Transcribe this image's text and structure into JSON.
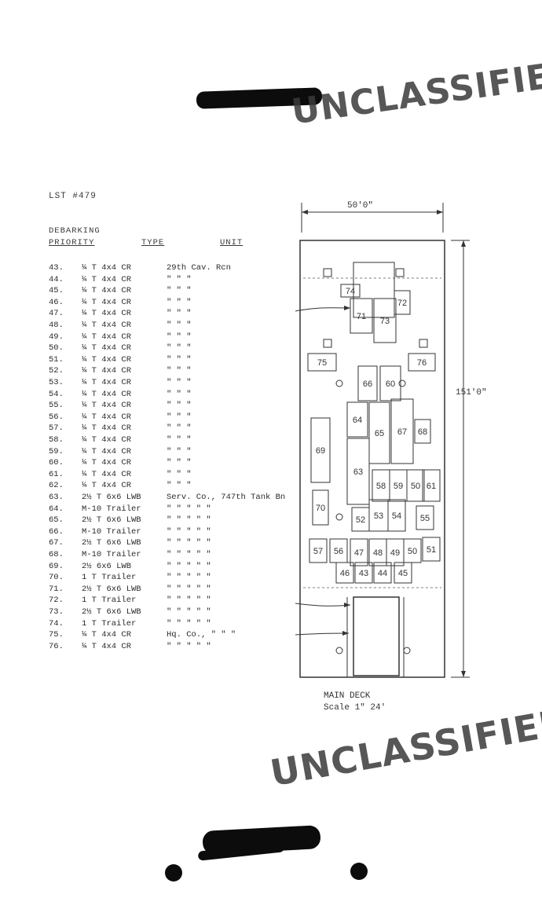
{
  "document": {
    "reference": "LST #479",
    "stamp_top": "UNCLASSIFIED",
    "stamp_bottom": "UNCLASSIFIED",
    "col_priority": "DEBARKING\nPRIORITY",
    "col_priority_line1": "DEBARKING",
    "col_priority_line2": "PRIORITY",
    "col_type": "TYPE",
    "col_unit": "UNIT",
    "rows": [
      {
        "num": "43.",
        "type": "¼ T 4x4 CR",
        "unit": "29th Cav. Rcn"
      },
      {
        "num": "44.",
        "type": "¼ T 4x4 CR",
        "unit": "\"     \"     \""
      },
      {
        "num": "45.",
        "type": "¼ T 4x4 CR",
        "unit": "\"     \"     \""
      },
      {
        "num": "46.",
        "type": "¼ T 4x4 CR",
        "unit": "\"     \"     \""
      },
      {
        "num": "47.",
        "type": "¼ T 4x4 CR",
        "unit": "\"     \"     \""
      },
      {
        "num": "48.",
        "type": "¼ T 4x4 CR",
        "unit": "\"     \"     \""
      },
      {
        "num": "49.",
        "type": "¼ T 4x4 CR",
        "unit": "\"     \"     \""
      },
      {
        "num": "50.",
        "type": "¼ T 4x4 CR",
        "unit": "\"     \"     \""
      },
      {
        "num": "51.",
        "type": "¼ T 4x4 CR",
        "unit": "\"     \"     \""
      },
      {
        "num": "52.",
        "type": "¼ T 4x4 CR",
        "unit": "\"     \"     \""
      },
      {
        "num": "53.",
        "type": "¼ T 4x4 CR",
        "unit": "\"     \"     \""
      },
      {
        "num": "54.",
        "type": "¼ T 4x4 CR",
        "unit": "\"     \"     \""
      },
      {
        "num": "55.",
        "type": "¼ T 4x4 CR",
        "unit": "\"     \"     \""
      },
      {
        "num": "56.",
        "type": "¼ T 4x4 CR",
        "unit": "\"     \"     \""
      },
      {
        "num": "57.",
        "type": "¼ T 4x4 CR",
        "unit": "\"     \"     \""
      },
      {
        "num": "58.",
        "type": "¼ T 4x4 CR",
        "unit": "\"     \"     \""
      },
      {
        "num": "59.",
        "type": "¼ T 4x4 CR",
        "unit": "\"     \"     \""
      },
      {
        "num": "60.",
        "type": "¼ T 4x4 CR",
        "unit": "\"     \"     \""
      },
      {
        "num": "61.",
        "type": "¼ T 4x4 CR",
        "unit": "\"     \"     \""
      },
      {
        "num": "62.",
        "type": "¼ T 4x4 CR",
        "unit": "\"     \"     \""
      },
      {
        "num": "63.",
        "type": "2½ T 6x6 LWB",
        "unit": "Serv. Co., 747th Tank Bn"
      },
      {
        "num": "64.",
        "type": "M-10 Trailer",
        "unit": "\"     \"     \"     \"     \""
      },
      {
        "num": "65.",
        "type": "2½ T 6x6 LWB",
        "unit": "\"     \"     \"     \"     \""
      },
      {
        "num": "66.",
        "type": "M-10 Trailer",
        "unit": "\"     \"     \"     \"     \""
      },
      {
        "num": "67.",
        "type": "2½ T 6x6 LWB",
        "unit": "\"     \"     \"     \"     \""
      },
      {
        "num": "68.",
        "type": "M-10 Trailer",
        "unit": "\"     \"     \"     \"     \""
      },
      {
        "num": "69.",
        "type": "2½ 6x6 LWB",
        "unit": "\"     \"     \"     \"     \""
      },
      {
        "num": "70.",
        "type": "1 T Trailer",
        "unit": "\"     \"     \"     \"     \""
      },
      {
        "num": "71.",
        "type": "2½ T 6x6 LWB",
        "unit": "\"     \"     \"     \"     \""
      },
      {
        "num": "72.",
        "type": "1 T Trailer",
        "unit": "\"     \"     \"     \"     \""
      },
      {
        "num": "73.",
        "type": "2½ T 6x6 LWB",
        "unit": "\"     \"     \"     \"     \""
      },
      {
        "num": "74.",
        "type": "1 T Trailer",
        "unit": "\"     \"     \"     \"     \""
      },
      {
        "num": "75.",
        "type": "¼ T 4x4 CR",
        "unit": "Hq. Co.,    \"     \"     \""
      },
      {
        "num": "76.",
        "type": "¼ T 4x4 CR",
        "unit": "\"     \"     \"     \"     \""
      }
    ],
    "diagram": {
      "width_label": "50'0\"",
      "length_label": "151'0\"",
      "deck_label": "MAIN DECK",
      "scale_label": "Scale 1\" 24'",
      "vehicles": [
        "74",
        "71",
        "73",
        "72",
        "75",
        "76",
        "66",
        "60",
        "64",
        "65",
        "67",
        "68",
        "69",
        "63",
        "58",
        "59",
        "50",
        "61",
        "70",
        "52",
        "53",
        "54",
        "55",
        "57",
        "56",
        "47",
        "48",
        "49",
        "50",
        "51",
        "46",
        "43",
        "44",
        "45"
      ]
    }
  }
}
